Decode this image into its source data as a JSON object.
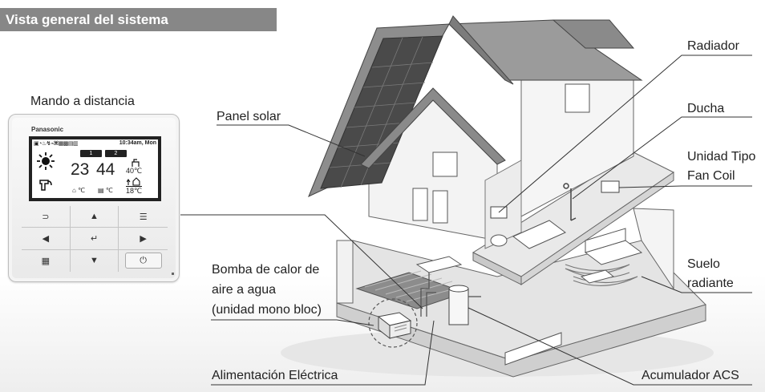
{
  "title": "Vista general del sistema",
  "remote": {
    "caption": "Mando a distancia",
    "brand": "Panasonic",
    "status_icons": "▣◔♨↯⌁⌘▦▩▤▥",
    "time": "10:34am, Mon",
    "zone1": "1",
    "zone2": "2",
    "temp_left": "23",
    "temp_right": "44",
    "tank_temp": "40℃",
    "room_temp": "18℃",
    "unit_left": "⌂ ℃",
    "unit_right": "▤ ℃",
    "buttons": [
      "⊃",
      "▲",
      "☰",
      "◀",
      "↵",
      "▶",
      "▦",
      "▼",
      "⏻"
    ]
  },
  "labels": {
    "solar_panel": "Panel solar",
    "radiator": "Radiador",
    "shower": "Ducha",
    "fan_coil_line1": "Unidad Tipo",
    "fan_coil_line2": "Fan Coil",
    "floor_line1": "Suelo",
    "floor_line2": "radiante",
    "heat_pump_line1": "Bomba de calor de",
    "heat_pump_line2": "aire a agua",
    "heat_pump_line3": "(unidad mono bloc)",
    "power_supply": "Alimentación Eléctrica",
    "dhw_tank": "Acumulador ACS"
  },
  "colors": {
    "title_bar": "#878787",
    "roof": "#8a8a8a",
    "solar": "#4a4a4a",
    "wall": "#f0f0f0",
    "floor": "#bdbdbd"
  }
}
